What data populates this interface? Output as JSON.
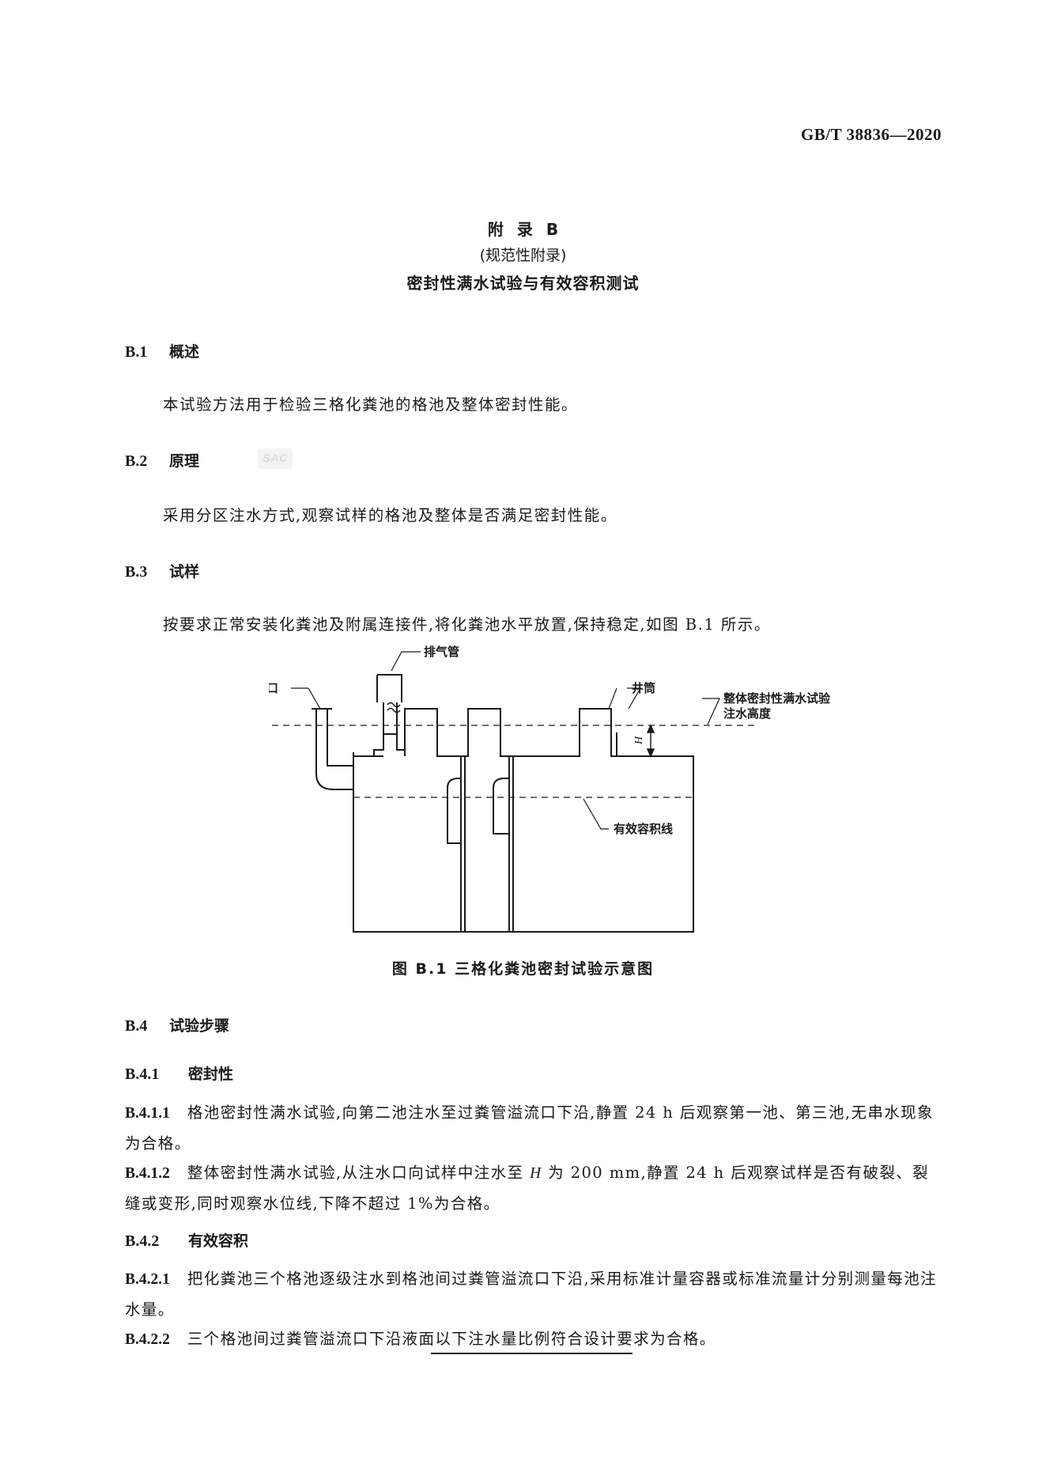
{
  "header": {
    "standard_number": "GB/T 38836—2020"
  },
  "annex": {
    "title": "附 录 B",
    "type": "(规范性附录)",
    "name": "密封性满水试验与有效容积测试"
  },
  "sections": {
    "b1": {
      "number": "B.1",
      "title": "概述",
      "text": "本试验方法用于检验三格化粪池的格池及整体密封性能。"
    },
    "b2": {
      "number": "B.2",
      "title": "原理",
      "text": "采用分区注水方式,观察试样的格池及整体是否满足密封性能。"
    },
    "b3": {
      "number": "B.3",
      "title": "试样",
      "text": "按要求正常安装化粪池及附属连接件,将化粪池水平放置,保持稳定,如图 B.1 所示。"
    },
    "b4": {
      "number": "B.4",
      "title": "试验步骤"
    },
    "b41": {
      "number": "B.4.1",
      "title": "密封性"
    },
    "b411": {
      "number": "B.4.1.1",
      "text": "格池密封性满水试验,向第二池注水至过粪管溢流口下沿,静置 24 h 后观察第一池、第三池,无串水现象为合格。"
    },
    "b412": {
      "number": "B.4.1.2",
      "text_before": "整体密封性满水试验,从注水口向试样中注水至 ",
      "var": "H",
      "text_after": " 为 200 mm,静置 24 h 后观察试样是否有破裂、裂缝或变形,同时观察水位线,下降不超过 1%为合格。"
    },
    "b42": {
      "number": "B.4.2",
      "title": "有效容积"
    },
    "b421": {
      "number": "B.4.2.1",
      "text": "把化粪池三个格池逐级注水到格池间过粪管溢流口下沿,采用标准计量容器或标准流量计分别测量每池注水量。"
    },
    "b422": {
      "number": "B.4.2.2",
      "text": "三个格池间过粪管溢流口下沿液面以下注水量比例符合设计要求为合格。"
    }
  },
  "figure": {
    "labels": {
      "inlet": "注水口",
      "vent_pipe": "排气管",
      "shaft": "井筒",
      "water_height_line1": "整体密封性满水试验",
      "water_height_line2": "注水高度",
      "h_mark": "H",
      "effective_volume_line": "有效容积线"
    },
    "caption": "图 B.1 三格化粪池密封试验示意图"
  },
  "watermark": "SAC"
}
